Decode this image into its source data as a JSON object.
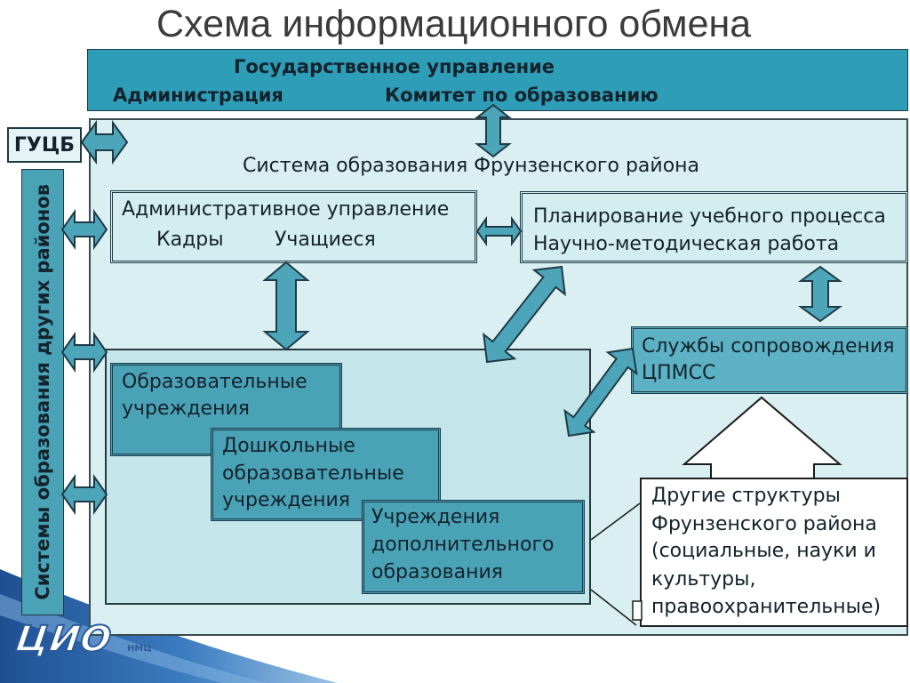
{
  "title": "Схема информационного обмена",
  "government": {
    "heading": "Государственное управление",
    "administration": "Администрация",
    "committee": "Комитет по образованию"
  },
  "gucb": "ГУЦБ",
  "other_districts": "Системы образования других районов",
  "district": {
    "title": "Система образования Фрунзенского района",
    "administrative": {
      "heading": "Административное управление",
      "items": [
        "Кадры",
        "Учащиеся"
      ]
    },
    "planning": [
      "Планирование учебного процесса",
      "Научно-методическая работа"
    ],
    "support": [
      "Службы сопровождения",
      "ЦПМСС"
    ],
    "institutions": {
      "general": [
        "Образовательные",
        "учреждения"
      ],
      "preschool": [
        "Дошкольные",
        "образовательные",
        "учреждения"
      ],
      "additional": [
        "Учреждения",
        "дополнительного",
        "образования"
      ]
    },
    "other_structures": [
      "Другие структуры",
      "Фрунзенского района",
      "(социальные, науки и",
      "культуры,",
      "правоохранительные)"
    ]
  },
  "logo": {
    "mark": "ЦИО",
    "org": "НМЦ"
  },
  "colors": {
    "header_teal": "#2e9db8",
    "box_teal": "#4aa2b7",
    "support_teal": "#5cb2c4",
    "panel_light": "#d9eff2",
    "inner_light": "#c4e5ea",
    "box_light": "#d4edf0",
    "arrow_fill": "#4da5b9",
    "outline": "#1e3a46",
    "text_dark": "#14232b",
    "title_gray": "#3b3b3b",
    "swoosh_dark": "#1f4f93",
    "swoosh_light": "#9cc3e6",
    "logo_blue": "#2b5b9a"
  }
}
